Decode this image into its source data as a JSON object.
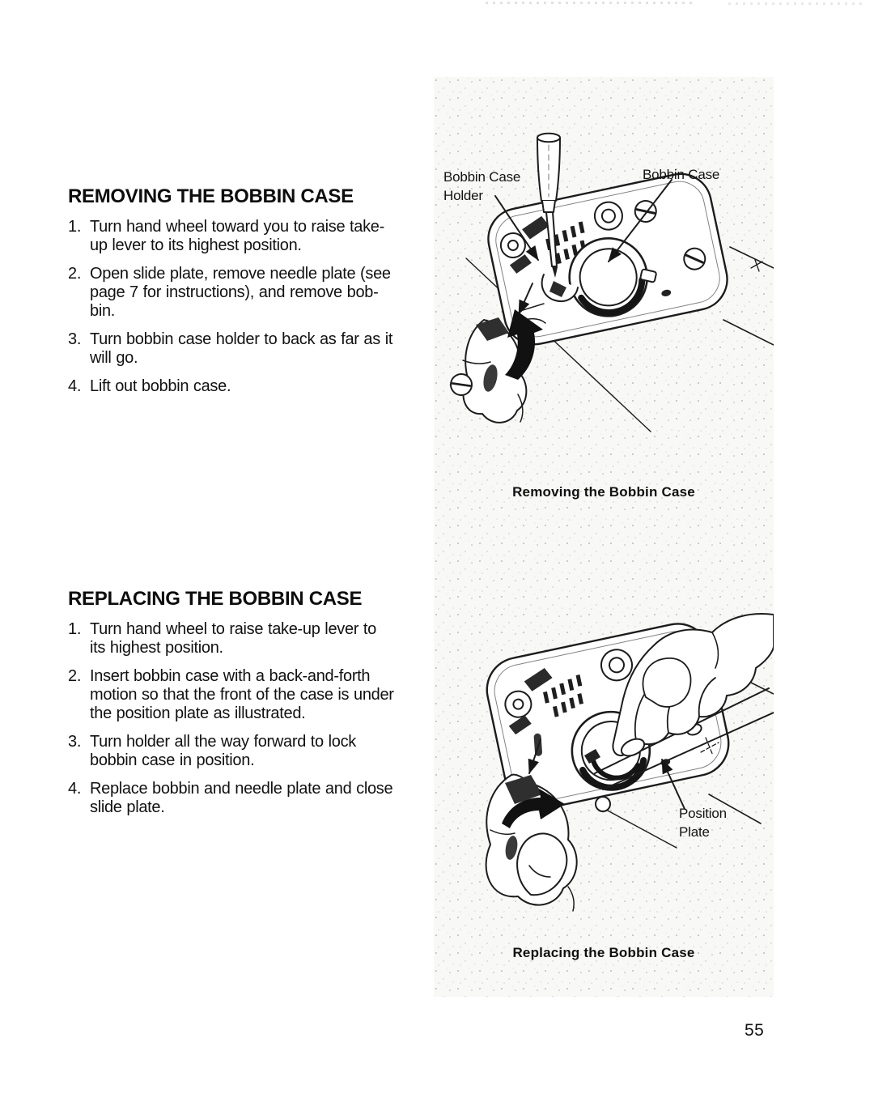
{
  "page": {
    "number": "55"
  },
  "sections": [
    {
      "heading": "REMOVING THE BOBBIN CASE",
      "steps": [
        {
          "num": "1.",
          "text": "Turn hand wheel toward you to raise take-\nup lever to its highest position."
        },
        {
          "num": "2.",
          "text": "Open slide plate, remove needle plate (see\npage 7 for instructions), and remove bob-\nbin."
        },
        {
          "num": "3.",
          "text": "Turn bobbin case holder to back as far as it\nwill go."
        },
        {
          "num": "4.",
          "text": "Lift out bobbin case."
        }
      ]
    },
    {
      "heading": "REPLACING THE BOBBIN CASE",
      "steps": [
        {
          "num": "1.",
          "text": "Turn hand wheel to raise take-up lever to\nits highest position."
        },
        {
          "num": "2.",
          "text": "Insert bobbin case with a back-and-forth\nmotion so that the front of the case is under\nthe position plate as illustrated."
        },
        {
          "num": "3.",
          "text": "Turn holder all the way forward to lock\nbobbin case in position."
        },
        {
          "num": "4.",
          "text": "Replace bobbin and needle plate and close\nslide plate."
        }
      ]
    }
  ],
  "figures": [
    {
      "caption": "Removing the Bobbin Case",
      "labels": [
        "Bobbin Case\nHolder",
        "Bobbin Case"
      ]
    },
    {
      "caption": "Replacing the Bobbin Case",
      "labels": [
        "Position\nPlate"
      ]
    }
  ]
}
